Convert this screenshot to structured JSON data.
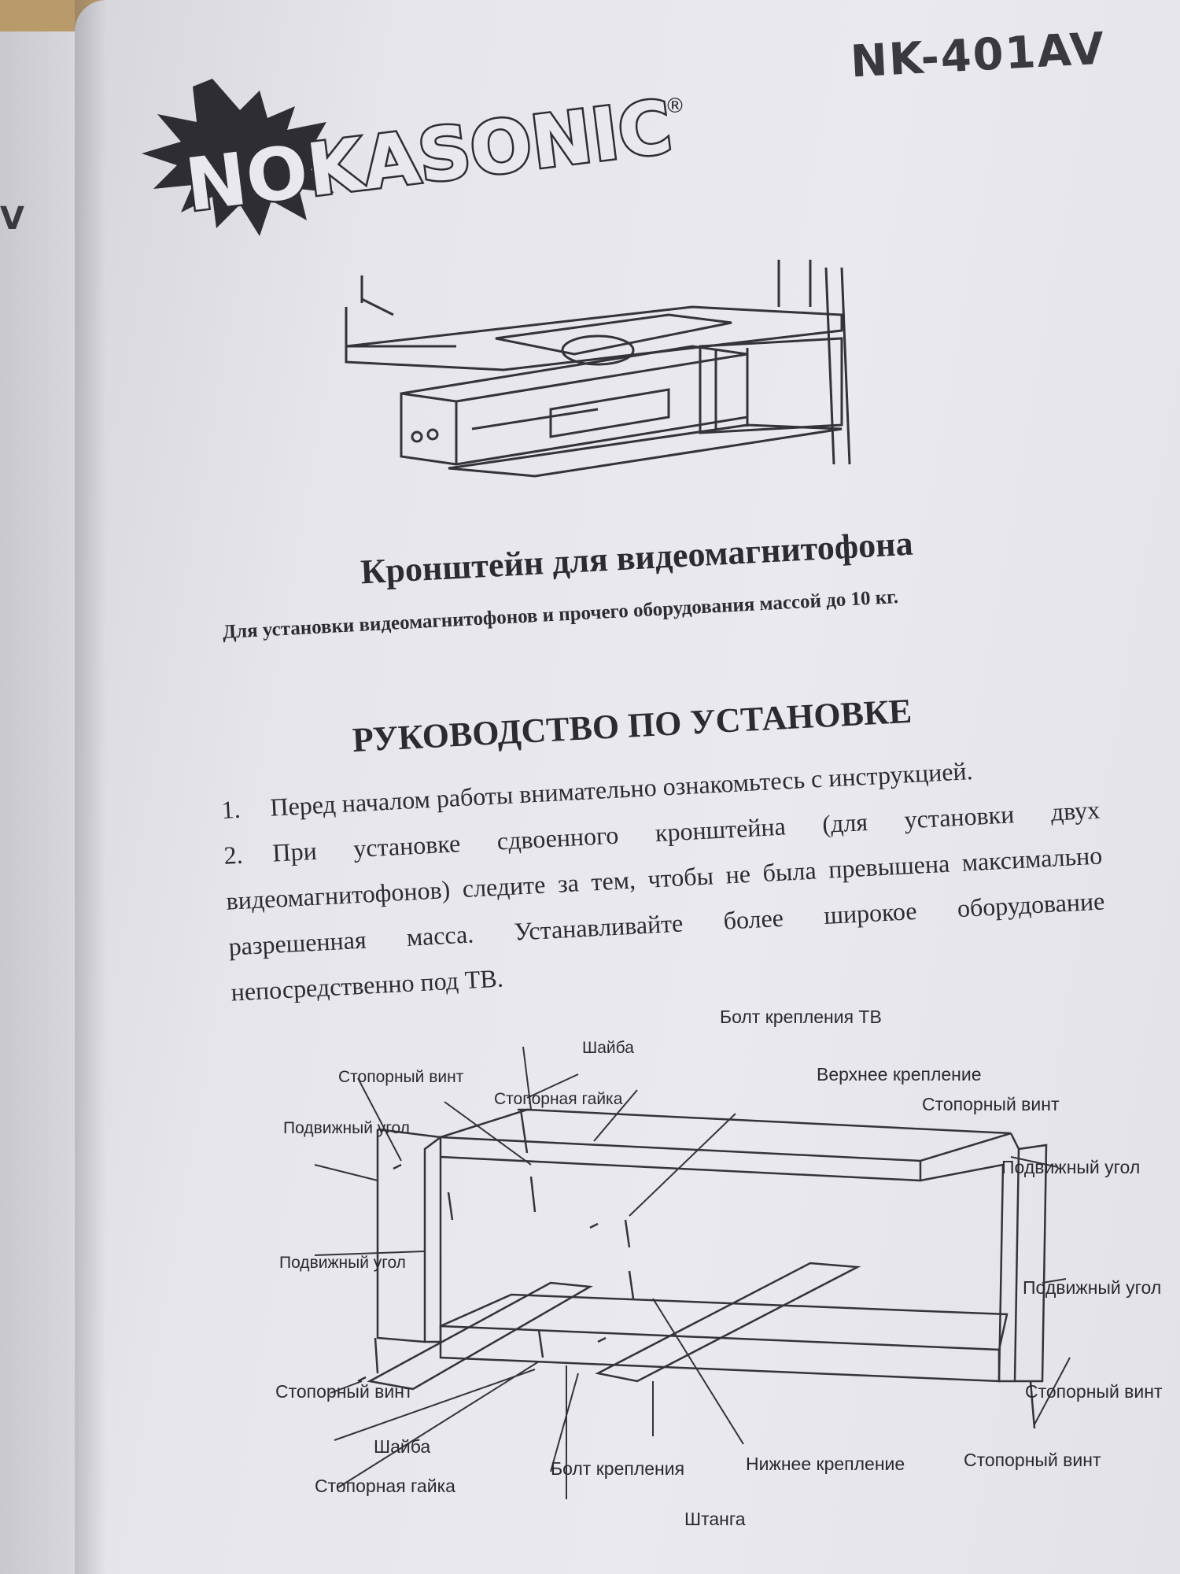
{
  "left_page": {
    "edge_text": "V"
  },
  "header": {
    "brand": "NOKASONIC",
    "registered_mark": "®",
    "model": "NK-401AV"
  },
  "title": "Кронштейн для видеомагнитофона",
  "subtitle": "Для установки видеомагнитофонов и прочего оборудования массой до 10 кг.",
  "heading": "РУКОВОДСТВО ПО УСТАНОВКЕ",
  "instructions": [
    {
      "num": "1.",
      "text": "Перед началом работы внимательно ознакомьтесь с инструкцией."
    },
    {
      "num": "2.",
      "text": "При установке сдвоенного кронштейна (для установки двух видеомагнитофонов) следите за тем, чтобы не была превышена максимально разрешенная масса. Устанавливайте более широкое оборудование непосредственно под ТВ."
    }
  ],
  "diagram_labels": {
    "tv_bolt": "Болт крепления ТВ",
    "washer_top": "Шайба",
    "set_screw_top_left": "Стопорный винт",
    "lock_nut_top": "Стопорная гайка",
    "upper_mount": "Верхнее крепление",
    "set_screw_top_right": "Стопорный винт",
    "movable_angle_top_left": "Подвижный угол",
    "movable_angle_right_top": "Подвижный угол",
    "movable_angle_left_mid": "Подвижный угол",
    "movable_angle_right_mid": "Подвижный угол",
    "set_screw_left_bottom": "Стопорный винт",
    "set_screw_right_mid": "Стопорный винт",
    "washer_bottom": "Шайба",
    "mount_bolt": "Болт крепления",
    "lower_mount": "Нижнее крепление",
    "set_screw_right_bottom": "Стопорный винт",
    "lock_nut_bottom": "Стопорная гайка",
    "rod": "Штанга"
  },
  "colors": {
    "ink": "#2c2c30",
    "paper": "#e6e6eb",
    "table": "#b99a6a"
  }
}
